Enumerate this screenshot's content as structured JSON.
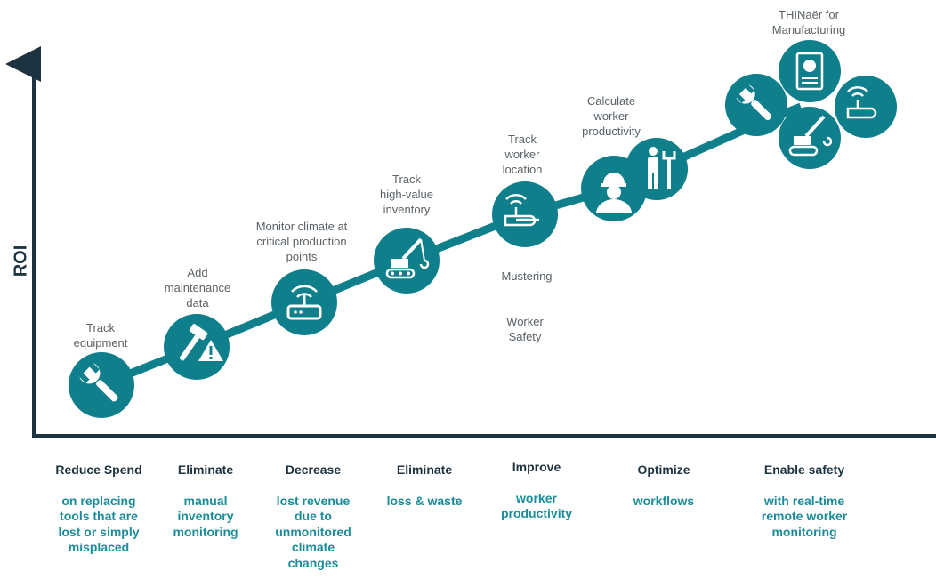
{
  "axis": {
    "y_label": "ROI"
  },
  "colors": {
    "teal": "#0f7f8c",
    "dark": "#1d3340",
    "accent": "#1a8c9a",
    "gray": "#5a6268"
  },
  "steps": [
    {
      "label": "Track\nequipment",
      "icon": "wrench-icon"
    },
    {
      "label": "Add\nmaintenance\ndata",
      "icon": "hammer-warning-icon"
    },
    {
      "label": "Monitor climate at\ncritical production\npoints",
      "icon": "wireless-router-icon"
    },
    {
      "label": "Track\nhigh-value\ninventory",
      "icon": "crane-icon"
    },
    {
      "label": "Track\nworker\nlocation",
      "icon": "hand-signal-icon"
    },
    {
      "label": "Calculate\nworker\nproductivity",
      "icon": "worker-icon"
    },
    {
      "label": "THINaër for\nManufacturing",
      "icon": "cluster-icon"
    }
  ],
  "notes": [
    "Mustering",
    "Worker\nSafety"
  ],
  "benefits": [
    {
      "head": "Reduce Spend",
      "sub": "on replacing\ntools that are\nlost or simply\nmisplaced"
    },
    {
      "head": "Eliminate",
      "sub": "manual\ninventory\nmonitoring"
    },
    {
      "head": "Decrease",
      "sub": "lost revenue\ndue to\nunmonitored\nclimate\nchanges"
    },
    {
      "head": "Eliminate",
      "sub": "loss & waste"
    },
    {
      "head": "Improve",
      "sub": "worker\nproductivity"
    },
    {
      "head": "Optimize",
      "sub": "workflows"
    },
    {
      "head": "Enable safety",
      "sub": "with real-time\nremote worker\nmonitoring"
    }
  ]
}
